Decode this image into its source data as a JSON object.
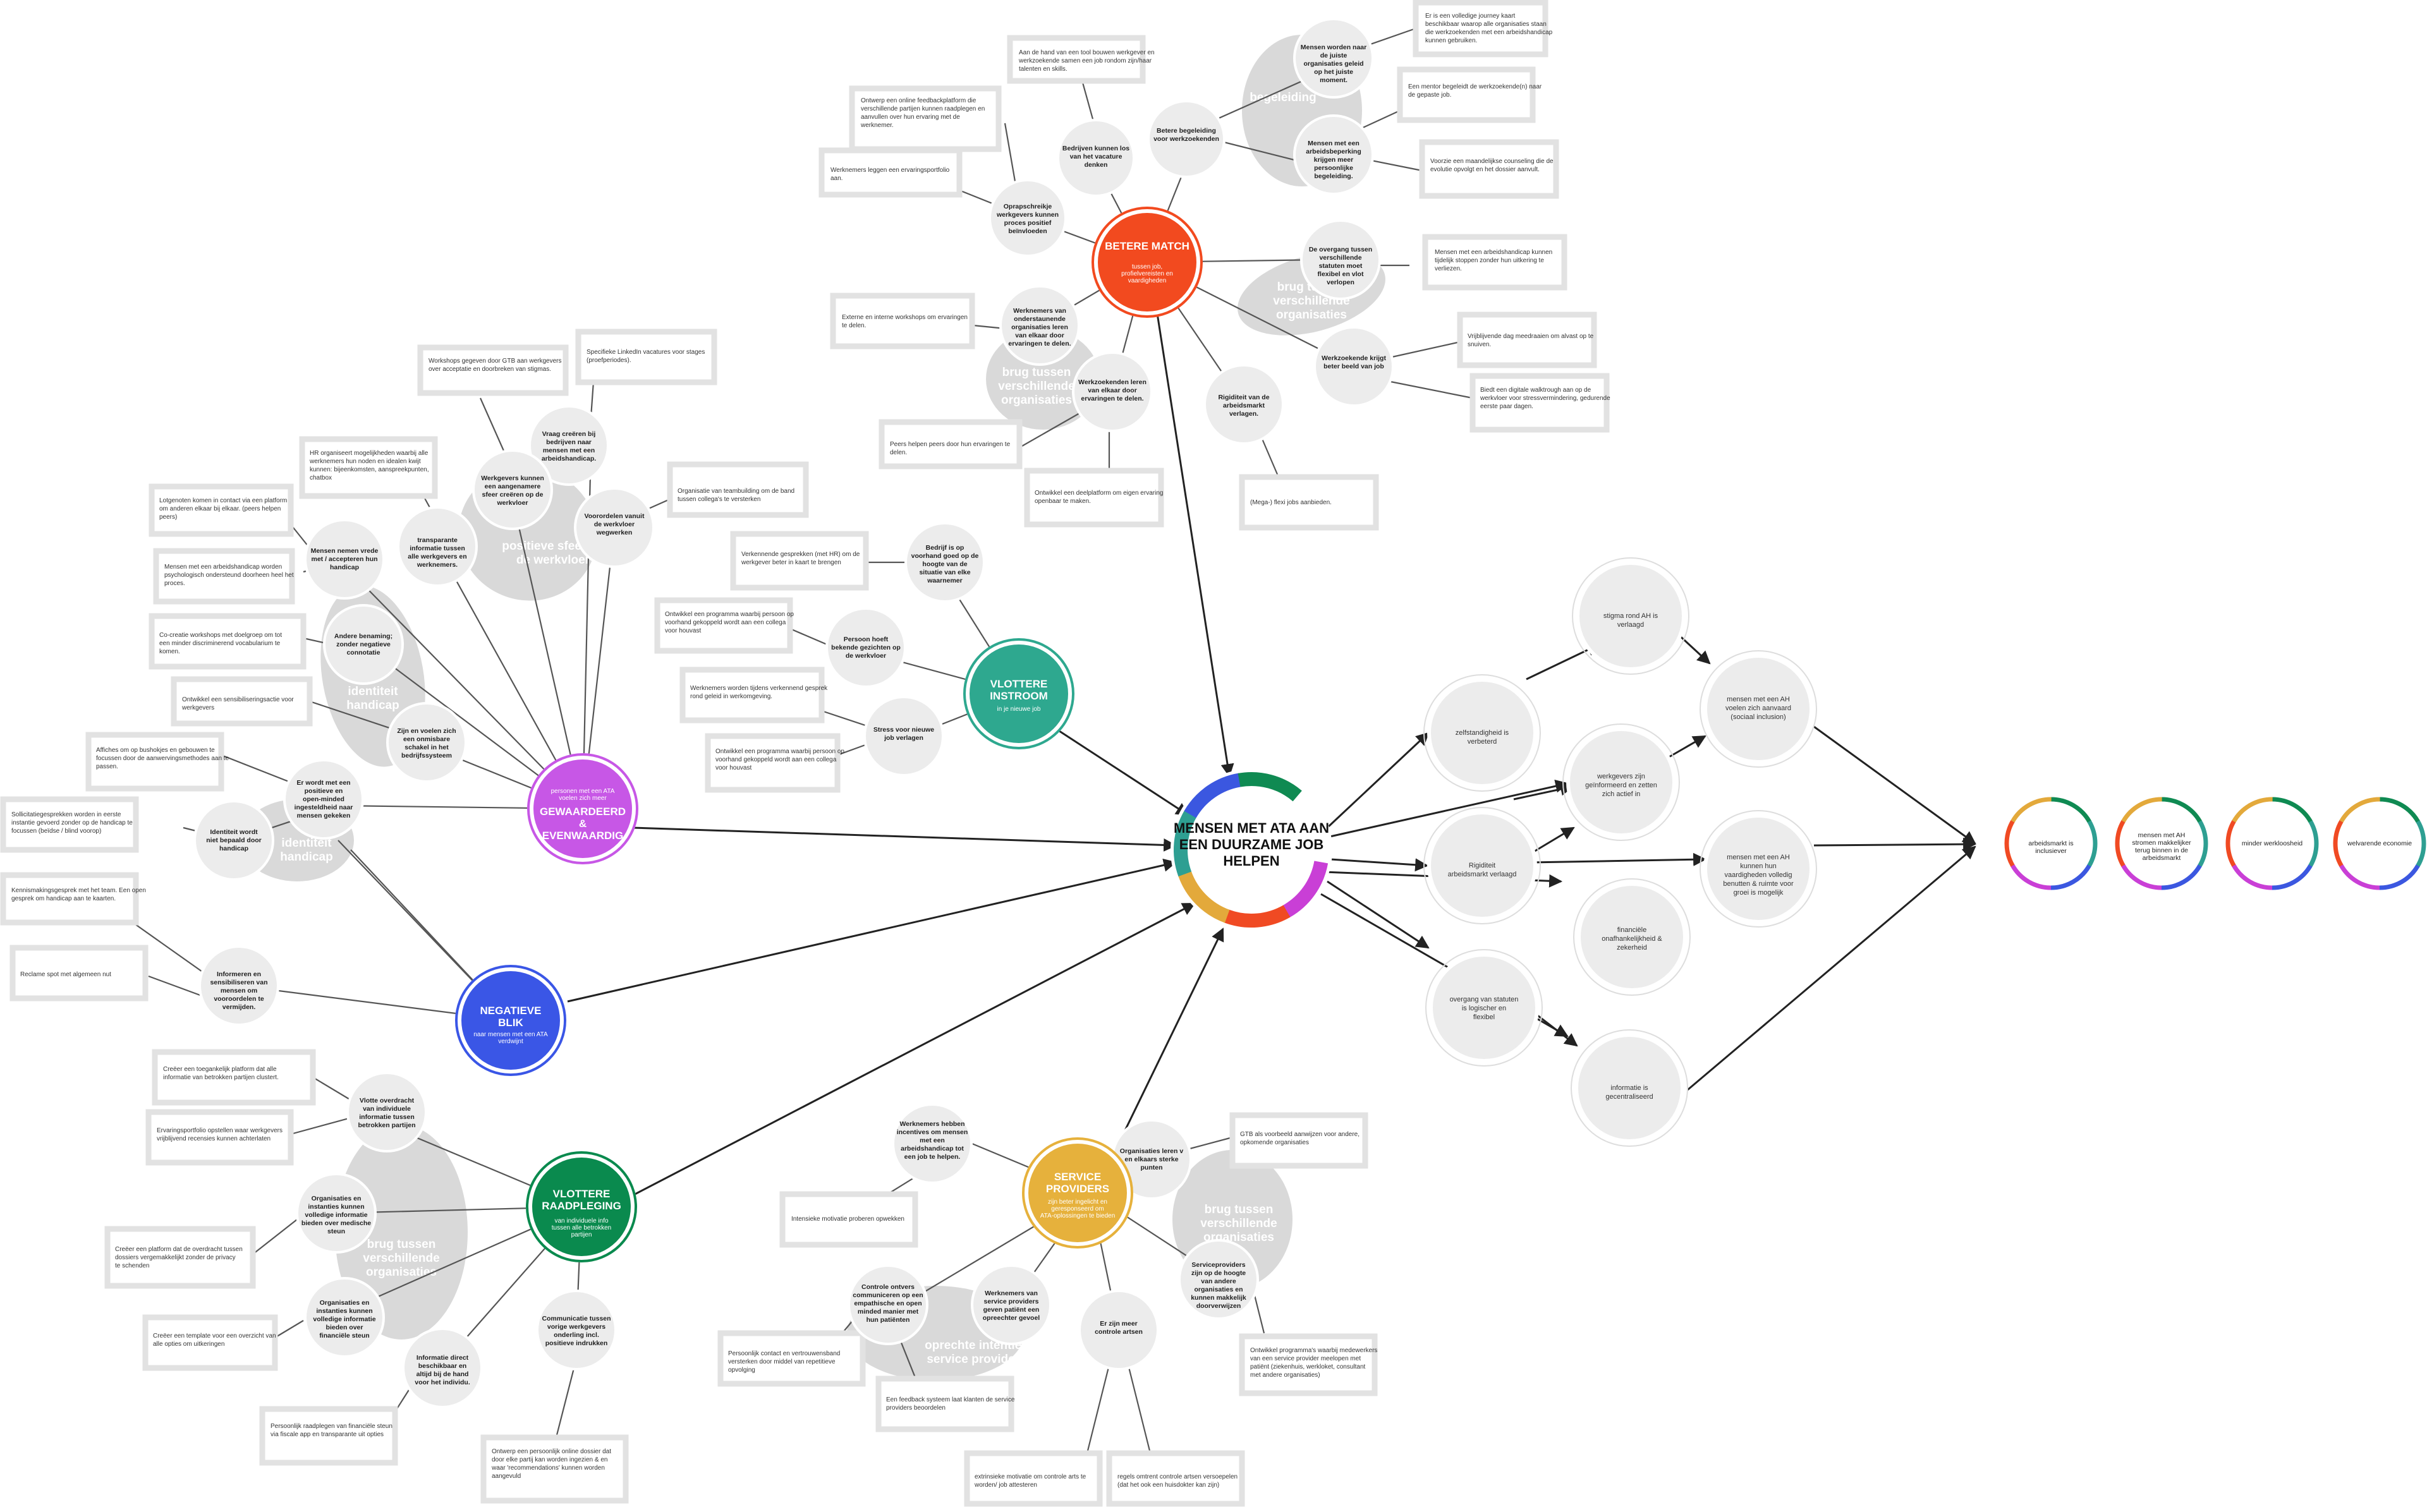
{
  "center": {
    "title": "MENSEN MET ATA AAN EEN DUURZAME JOB HELPEN",
    "arc_colors": [
      "#c93fd6",
      "#f04a23",
      "#e3a93b",
      "#2e9f92",
      "#3b57e0",
      "#0f8a52"
    ]
  },
  "hubs": [
    {
      "id": "betere",
      "title": "BETERE MATCH",
      "subtitle": "tussen job, profielvereisten en vaardigheden",
      "color": "#f24a1f"
    },
    {
      "id": "vlottere_instroom",
      "title": "VLOTTERE INSTROOM",
      "subtitle": "in je nieuwe job",
      "color": "#2ea88f"
    },
    {
      "id": "gewaardeerd",
      "title": "GEWAARDEERD & EVENWAARDIG",
      "subtitle": "personen met een ATA voelen zich meer",
      "color": "#c757e6"
    },
    {
      "id": "negatieve",
      "title": "NEGATIEVE BLIK",
      "subtitle": "naar mensen met een ATA verdwijnt",
      "color": "#3a56e6"
    },
    {
      "id": "raadpleging",
      "title": "VLOTTERE RAADPLEGING",
      "subtitle": "van individuele info tussen alle betrokken partijen",
      "color": "#0a8a4e"
    },
    {
      "id": "service",
      "title": "SERVICE PROVIDERS",
      "subtitle": "zijn beter ingelicht en geresponseerd om ATA-oplossingen te bieden",
      "color": "#e6b13c"
    }
  ],
  "clusters": [
    "begeleiding",
    "brug tussen verschillende organisaties",
    "brug tussen verschillende organisaties",
    "positieve sfeer op de werkvloer",
    "identiteit handicap",
    "identiteit handicap",
    "brug tussen verschillende organisaties",
    "brug tussen verschillende organisaties",
    "oprechte intenties service providers"
  ],
  "bubbles": [
    "Mensen worden naar de juiste organisaties geleid op het juiste moment.",
    "Betere begeleiding voor werkzoekenden",
    "Mensen met een arbeidsbeperking krijgen meer persoonlijke begeleiding.",
    "Bedrijven kunnen los van het vacature denken",
    "Oprapschreikje werkgevers kunnen proces positief beïnvloeden",
    "De overgang tussen verschillende statuten moet flexibel en vlot verlopen",
    "Werknemers van onderstaunende organisaties leren van elkaar door ervaringen te delen.",
    "Werkzoekenden leren van elkaar door ervaringen te delen.",
    "Werkzoekende krijgt beter beeld van job",
    "Rigiditeit van de arbeidsmarkt verlagen.",
    "Vraag creëren bij bedrijven naar mensen met een arbeidshandicap.",
    "Werkgevers kunnen een aangenamere sfeer creëren op de werkvloer",
    "transparante informatie tussen alle werkgevers en werknemers.",
    "Voorordelen vanuit de werkvloer wegwerken",
    "Mensen nemen vrede met / accepteren hun handicap",
    "Andere benaming; zonder negatieve connotatie",
    "Zijn en voelen zich een onmisbare schakel in het bedrijfssysteem",
    "Er wordt met een positieve en open-minded ingesteldheid naar mensen gekeken",
    "Identiteit wordt niet bepaald door handicap",
    "Bedrijf is op voorhand goed op de hoogte van de situatie van elke waarnemer",
    "Persoon hoeft bekende gezichten op de werkvloer",
    "Stress voor nieuwe job verlagen",
    "Informeren en sensibiliseren van mensen om vooroordelen te vermijden.",
    "Vlotte overdracht van individuele informatie tussen betrokken partijen",
    "Organisaties en instanties kunnen volledige informatie bieden over medische steun",
    "Organisaties en instanties kunnen volledige informatie bieden over financiële steun",
    "Informatie direct beschikbaar en altijd bij de hand voor het individu.",
    "Communicatie tussen vorige werkgevers onderling incl. positieve indrukken",
    "Werknemers hebben incentives om mensen met een arbeidshandicap tot een job te helpen.",
    "Organisaties leren v en elkaars sterke punten",
    "Controle ontvers communiceren op een empathische en open minded manier met hun patiënten",
    "Werknemers van service providers geven patiënt een opreechter gevoel",
    "Er zijn meer controle artsen",
    "Serviceproviders zijn op de hoogte van andere organisaties en kunnen makkelijk doorverwijzen"
  ],
  "notes": [
    "Er is een volledige journey kaart beschikbaar waarop alle organisaties staan die werkzoekenden met een arbeidshandicap kunnen gebruiken.",
    "Aan de hand van een tool bouwen werkgever en werkzoekende samen een job rondom zijn/haar talenten en skills.",
    "Een mentor begeleidt de werkzoekende(n) naar de gepaste job.",
    "Ontwerp een online feedbackplatform die verschillende partijen kunnen raadplegen en aanvullen over hun ervaring met de werknemer.",
    "Voorzie een maandelijkse counseling die de evolutie opvolgt en het dossier aanvult.",
    "Werknemers leggen een ervaringsportfolio aan.",
    "Mensen met een arbeidshandicap kunnen tijdelijk stoppen zonder hun uitkering te verliezen.",
    "Externe en interne workshops om ervaringen te delen.",
    "Vrijblijvende dag meedraaien om alvast op te snuiven.",
    "Biedt een digitale walktrough aan op de werkvloer voor stressvermindering, gedurende eerste paar dagen.",
    "Peers helpen peers door hun ervaringen te delen.",
    "Ontwikkel een deelplatform om eigen ervaring openbaar te maken.",
    "(Mega-) flexi jobs aanbieden.",
    "Workshops gegeven door GTB aan werkgevers over acceptatie en doorbreken van stigmas.",
    "Specifieke LinkedIn vacatures voor stages (proefperiodes).",
    "HR organiseert mogelijkheden waarbij alle werknemers hun noden en idealen kwijt kunnen: bijeenkomsten, aanspreekpunten, chatbox",
    "Organisatie van teambuilding om de band tussen collega's te versterken",
    "Lotgenoten komen in contact via een platform om anderen elkaar bij elkaar. (peers helpen peers)",
    "Mensen met een arbeidshandicap worden psychologisch ondersteund doorheen heel het proces.",
    "Co-creatie workshops met doelgroep om tot een minder discriminerend vocabularium te komen.",
    "Ontwikkel een sensibiliseringsactie voor werkgevers",
    "Affiches om op bushokjes en gebouwen te focussen door de aanwervingsmethodes aan te passen.",
    "Sollicitatiegesprekken worden in eerste instantie gevoerd zonder op de handicap te focussen (beïdse / blind voorop)",
    "Kennismakingsgesprek met het team. Een open gesprek om handicap aan te kaarten.",
    "Reclame spot met algemeen nut",
    "Verkennende gesprekken (met HR) om de werkgever beter in kaart te brengen",
    "Ontwikkel een programma waarbij persoon op voorhand gekoppeld wordt aan een collega voor houvast",
    "Werknemers worden tijdens verkennend gesprek rond geleid in werkomgeving.",
    "Ontwikkel een programma waarbij persoon op voorhand gekoppeld wordt aan een collega voor houvast",
    "Creëer een toegankelijk platform dat alle informatie van betrokken partijen clustert.",
    "Ervaringsportfolio opstellen waar werkgevers vrijblijvend recensies kunnen achterlaten",
    "Creëer een platform dat de overdracht tussen dossiers vergemakkelijkt zonder de privacy te schenden",
    "Creëer een template voor een overzicht van alle opties om uitkeringen",
    "Persoonlijk raadplegen van financiële steun via fiscale app en transparante uit opties",
    "Ontwerp een persoonlijk online dossier dat door elke partij kan worden ingezien & en waar 'recommendations' kunnen worden aangevuld",
    "Intensieke motivatie proberen opwekken",
    "GTB als voorbeeld aanwijzen voor andere, opkomende organisaties",
    "Persoonlijk contact en vertrouwensband versterken door middel van repetitieve opvolging",
    "Een feedback systeem laat klanten de service providers beoordelen",
    "Ontwikkel programma's waarbij medewerkers van een service provider meelopen met patiënt (ziekenhuis, werkloket, consultant met andere organisaties)",
    "extrinsieke motivatie om controle arts te worden/ job attesteren",
    "regels omtrent controle artsen versoepelen (dat het ook een huisdokter kan zijn)"
  ],
  "outcomes": [
    "stigma rond AH is verlaagd",
    "zelfstandigheid is verbeterd",
    "mensen met een AH voelen zich aanvaard (sociaal inclusion)",
    "werkgevers zijn geïnformeerd en zetten zich actief in",
    "Rigiditeit arbeidsmarkt verlaagd",
    "mensen met een AH kunnen hun vaardigheden volledig benutten & ruimte voor groei is mogelijk",
    "financiële onafhankelijkheid & zekerheid",
    "overgang van statuten is logischer en flexibel",
    "informatie is gecentraliseerd"
  ],
  "final_outcomes": [
    "arbeidsmarkt is inclusiever",
    "mensen met AH stromen makkelijker terug binnen in de arbeidsmarkt",
    "minder werkloosheid",
    "welvarende economie"
  ]
}
